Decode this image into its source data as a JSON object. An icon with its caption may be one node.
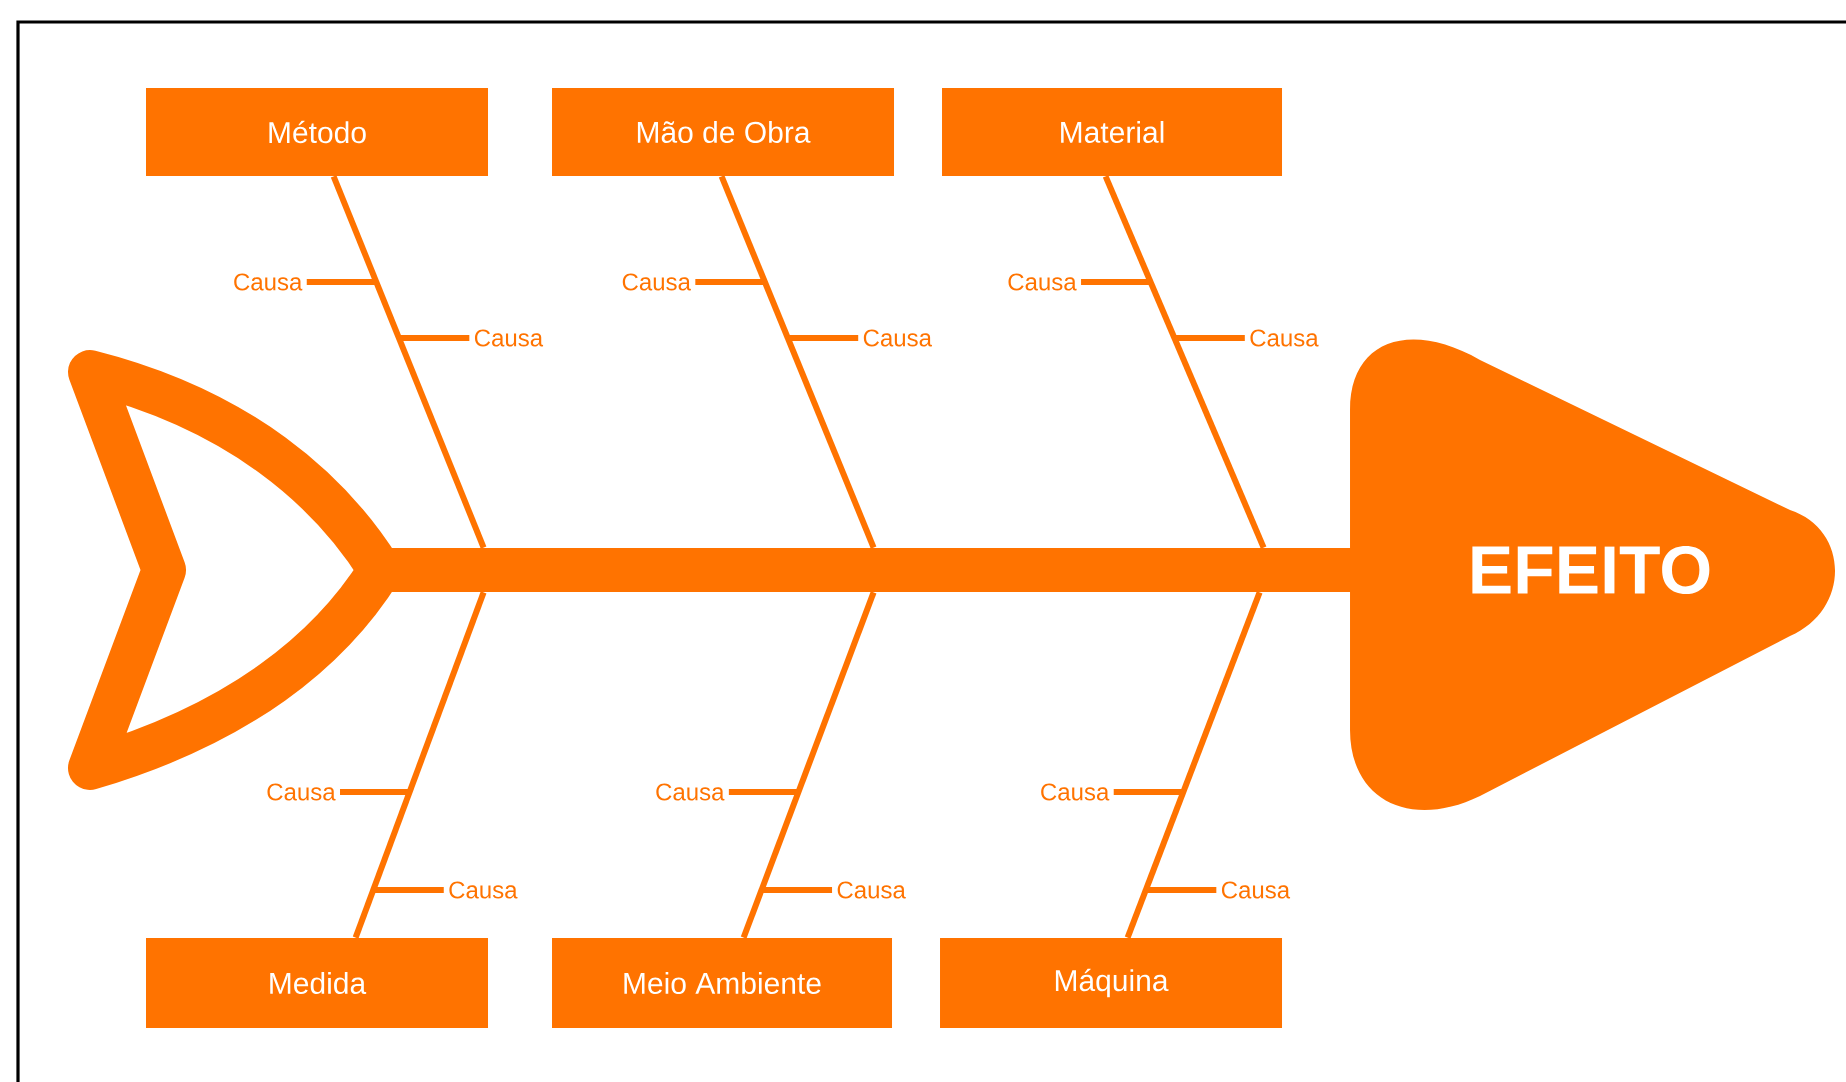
{
  "diagram": {
    "nodes": [
      {
        "text": [
          "Método"
        ]
      },
      {
        "text": [
          "Mão de Obra"
        ]
      },
      {
        "text": [
          "Material"
        ]
      },
      {
        "text": [
          "Medida"
        ]
      },
      {
        "text": [
          "Meio Ambiente"
        ]
      },
      {
        "text": [
          "Máquina"
        ]
      },
      {
        "text": [
          "EFEITO"
        ]
      },
      {
        "text": [],
        "shape": "bar"
      }
    ],
    "edges": [
      {
        "from": 0,
        "to": 7,
        "arrow": "none"
      },
      {
        "from": 1,
        "to": 7,
        "arrow": "none"
      },
      {
        "from": 2,
        "to": 7,
        "arrow": "none"
      },
      {
        "from": 3,
        "to": 7,
        "arrow": "none"
      },
      {
        "from": 4,
        "to": 7,
        "arrow": "none"
      },
      {
        "from": 5,
        "to": 7,
        "arrow": "none"
      }
    ],
    "labels": [
      "Causa",
      "Causa",
      "Causa",
      "Causa",
      "Causa",
      "Causa",
      "Causa",
      "Causa",
      "Causa",
      "Causa",
      "Causa",
      "Causa"
    ]
  }
}
